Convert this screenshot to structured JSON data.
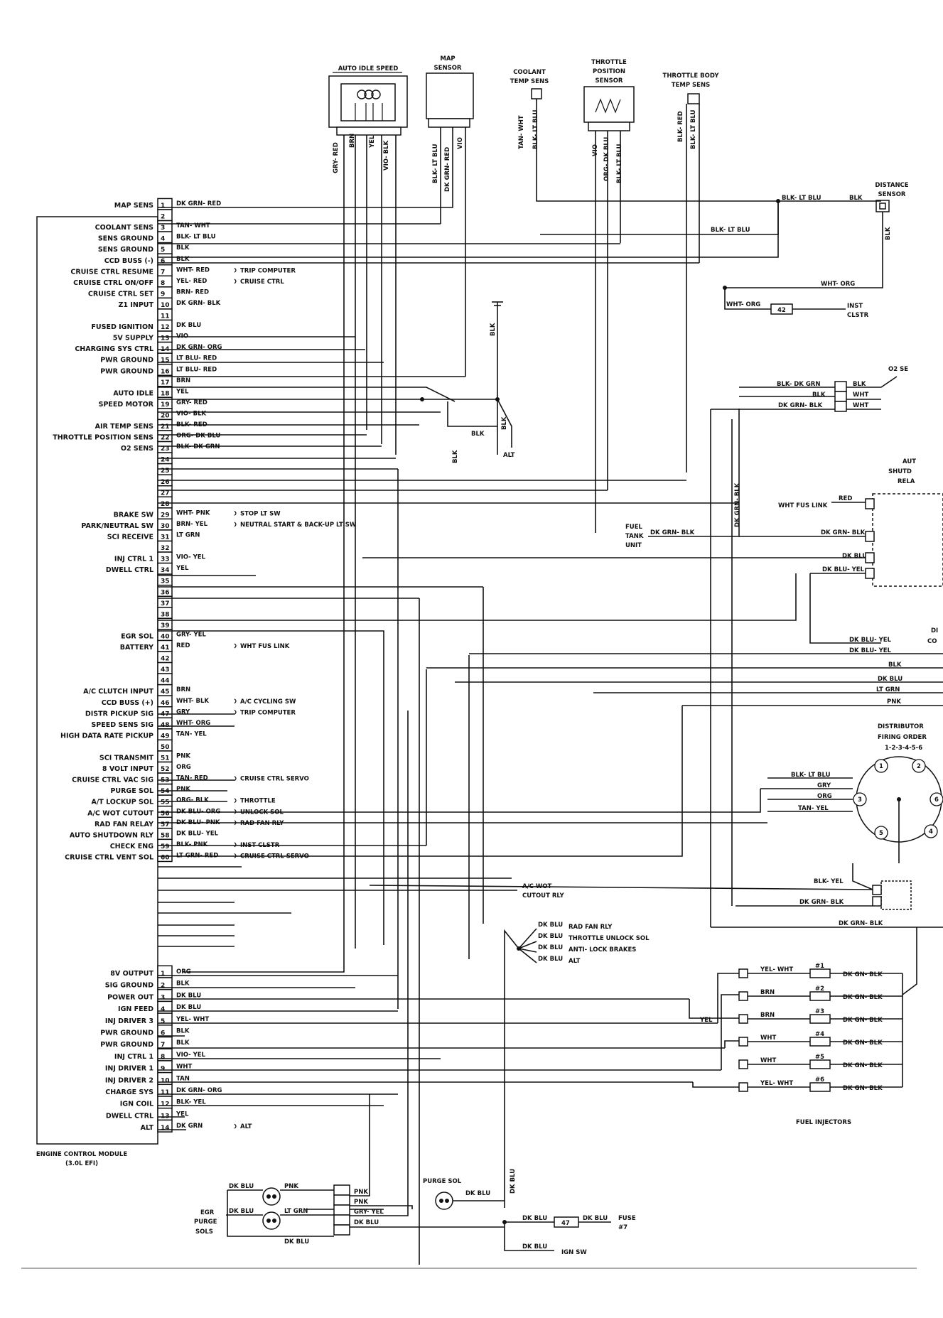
{
  "ecm": {
    "title": "ENGINE CONTROL MODULE",
    "subtitle": "(3.0L EFI)",
    "pins_a": [
      {
        "n": "1",
        "func": "MAP SENS",
        "wire": "DK GRN- RED",
        "dest": ""
      },
      {
        "n": "2",
        "func": "",
        "wire": "",
        "dest": ""
      },
      {
        "n": "3",
        "func": "COOLANT SENS",
        "wire": "TAN- WHT",
        "dest": ""
      },
      {
        "n": "4",
        "func": "SENS GROUND",
        "wire": "BLK- LT BLU",
        "dest": ""
      },
      {
        "n": "5",
        "func": "SENS GROUND",
        "wire": "BLK",
        "dest": ""
      },
      {
        "n": "6",
        "func": "CCD BUSS (-)",
        "wire": "BLK",
        "dest": ""
      },
      {
        "n": "7",
        "func": "CRUISE CTRL RESUME",
        "wire": "WHT- RED",
        "dest": "TRIP COMPUTER"
      },
      {
        "n": "8",
        "func": "CRUISE CTRL ON/OFF",
        "wire": "YEL- RED",
        "dest": "CRUISE CTRL"
      },
      {
        "n": "9",
        "func": "CRUISE CTRL SET",
        "wire": "BRN- RED",
        "dest": ""
      },
      {
        "n": "10",
        "func": "Z1 INPUT",
        "wire": "DK GRN- BLK",
        "dest": ""
      },
      {
        "n": "11",
        "func": "",
        "wire": "",
        "dest": ""
      },
      {
        "n": "12",
        "func": "FUSED IGNITION",
        "wire": "DK BLU",
        "dest": ""
      },
      {
        "n": "13",
        "func": "5V SUPPLY",
        "wire": "VIO",
        "dest": ""
      },
      {
        "n": "14",
        "func": "CHARGING SYS CTRL",
        "wire": "DK GRN- ORG",
        "dest": ""
      },
      {
        "n": "15",
        "func": "PWR GROUND",
        "wire": "LT BLU- RED",
        "dest": ""
      },
      {
        "n": "16",
        "func": "PWR GROUND",
        "wire": "LT BLU- RED",
        "dest": ""
      },
      {
        "n": "17",
        "func": "",
        "wire": "BRN",
        "dest": ""
      },
      {
        "n": "18",
        "func": "AUTO IDLE",
        "wire": "YEL",
        "dest": ""
      },
      {
        "n": "19",
        "func": "SPEED MOTOR",
        "wire": "GRY- RED",
        "dest": ""
      },
      {
        "n": "20",
        "func": "",
        "wire": "VIO- BLK",
        "dest": ""
      },
      {
        "n": "21",
        "func": "AIR TEMP SENS",
        "wire": "BLK- RED",
        "dest": ""
      },
      {
        "n": "22",
        "func": "THROTTLE POSITION SENS",
        "wire": "ORG- DK BLU",
        "dest": ""
      },
      {
        "n": "23",
        "func": "O2 SENS",
        "wire": "BLK- DK GRN",
        "dest": ""
      },
      {
        "n": "24",
        "func": "",
        "wire": "",
        "dest": ""
      },
      {
        "n": "25",
        "func": "",
        "wire": "",
        "dest": ""
      },
      {
        "n": "26",
        "func": "",
        "wire": "",
        "dest": ""
      },
      {
        "n": "27",
        "func": "",
        "wire": "",
        "dest": ""
      },
      {
        "n": "28",
        "func": "",
        "wire": "",
        "dest": ""
      },
      {
        "n": "29",
        "func": "BRAKE SW",
        "wire": "WHT- PNK",
        "dest": "STOP LT SW"
      },
      {
        "n": "30",
        "func": "PARK/NEUTRAL SW",
        "wire": "BRN- YEL",
        "dest": "NEUTRAL START & BACK-UP LT SW"
      },
      {
        "n": "31",
        "func": "SCI RECEIVE",
        "wire": "LT GRN",
        "dest": ""
      },
      {
        "n": "32",
        "func": "",
        "wire": "",
        "dest": ""
      },
      {
        "n": "33",
        "func": "INJ CTRL 1",
        "wire": "VIO- YEL",
        "dest": ""
      },
      {
        "n": "34",
        "func": "DWELL CTRL",
        "wire": "YEL",
        "dest": ""
      },
      {
        "n": "35",
        "func": "",
        "wire": "",
        "dest": ""
      },
      {
        "n": "36",
        "func": "",
        "wire": "",
        "dest": ""
      },
      {
        "n": "37",
        "func": "",
        "wire": "",
        "dest": ""
      },
      {
        "n": "38",
        "func": "",
        "wire": "",
        "dest": ""
      },
      {
        "n": "39",
        "func": "",
        "wire": "",
        "dest": ""
      },
      {
        "n": "40",
        "func": "EGR SOL",
        "wire": "GRY- YEL",
        "dest": ""
      },
      {
        "n": "41",
        "func": "BATTERY",
        "wire": "RED",
        "dest": "WHT FUS LINK"
      },
      {
        "n": "42",
        "func": "",
        "wire": "",
        "dest": ""
      },
      {
        "n": "43",
        "func": "",
        "wire": "",
        "dest": ""
      },
      {
        "n": "44",
        "func": "",
        "wire": "",
        "dest": ""
      },
      {
        "n": "45",
        "func": "A/C CLUTCH INPUT",
        "wire": "BRN",
        "dest": ""
      },
      {
        "n": "46",
        "func": "CCD BUSS (+)",
        "wire": "WHT- BLK",
        "dest": "A/C CYCLING SW"
      },
      {
        "n": "47",
        "func": "DISTR PICKUP SIG",
        "wire": "GRY",
        "dest": "TRIP COMPUTER"
      },
      {
        "n": "48",
        "func": "SPEED SENS SIG",
        "wire": "WHT- ORG",
        "dest": ""
      },
      {
        "n": "49",
        "func": "HIGH DATA RATE PICKUP",
        "wire": "TAN- YEL",
        "dest": ""
      },
      {
        "n": "50",
        "func": "",
        "wire": "",
        "dest": ""
      },
      {
        "n": "51",
        "func": "SCI TRANSMIT",
        "wire": "PNK",
        "dest": ""
      },
      {
        "n": "52",
        "func": "8 VOLT INPUT",
        "wire": "ORG",
        "dest": ""
      },
      {
        "n": "53",
        "func": "CRUISE CTRL VAC SIG",
        "wire": "TAN- RED",
        "dest": "CRUISE CTRL SERVO"
      },
      {
        "n": "54",
        "func": "PURGE SOL",
        "wire": "PNK",
        "dest": ""
      },
      {
        "n": "55",
        "func": "A/T LOCKUP SOL",
        "wire": "ORG- BLK",
        "dest": "THROTTLE"
      },
      {
        "n": "56",
        "func": "A/C WOT CUTOUT",
        "wire": "DK BLU- ORG",
        "dest": "UNLOCK SOL"
      },
      {
        "n": "57",
        "func": "RAD FAN RELAY",
        "wire": "DK BLU- PNK",
        "dest": "RAD FAN RLY"
      },
      {
        "n": "58",
        "func": "AUTO SHUTDOWN RLY",
        "wire": "DK BLU- YEL",
        "dest": ""
      },
      {
        "n": "59",
        "func": "CHECK ENG",
        "wire": "BLK- PNK",
        "dest": "INST CLSTR"
      },
      {
        "n": "60",
        "func": "CRUISE CTRL VENT SOL",
        "wire": "LT GRN- RED",
        "dest": "CRUISE CTRL SERVO"
      }
    ],
    "pins_b": [
      {
        "n": "1",
        "func": "8V OUTPUT",
        "wire": "ORG",
        "dest": ""
      },
      {
        "n": "2",
        "func": "SIG GROUND",
        "wire": "BLK",
        "dest": ""
      },
      {
        "n": "3",
        "func": "POWER OUT",
        "wire": "DK BLU",
        "dest": ""
      },
      {
        "n": "4",
        "func": "IGN FEED",
        "wire": "DK BLU",
        "dest": ""
      },
      {
        "n": "5",
        "func": "INJ DRIVER 3",
        "wire": "YEL- WHT",
        "dest": ""
      },
      {
        "n": "6",
        "func": "PWR GROUND",
        "wire": "BLK",
        "dest": ""
      },
      {
        "n": "7",
        "func": "PWR GROUND",
        "wire": "BLK",
        "dest": ""
      },
      {
        "n": "8",
        "func": "INJ CTRL 1",
        "wire": "VIO- YEL",
        "dest": ""
      },
      {
        "n": "9",
        "func": "INJ DRIVER 1",
        "wire": "WHT",
        "dest": ""
      },
      {
        "n": "10",
        "func": "INJ DRIVER 2",
        "wire": "TAN",
        "dest": ""
      },
      {
        "n": "11",
        "func": "CHARGE SYS",
        "wire": "DK GRN- ORG",
        "dest": ""
      },
      {
        "n": "12",
        "func": "IGN COIL",
        "wire": "BLK- YEL",
        "dest": ""
      },
      {
        "n": "13",
        "func": "DWELL CTRL",
        "wire": "YEL",
        "dest": ""
      },
      {
        "n": "14",
        "func": "ALT",
        "wire": "DK GRN",
        "dest": "ALT"
      }
    ]
  },
  "sensors": {
    "auto_idle": {
      "title": "AUTO IDLE SPEED",
      "wires": [
        "GRY- RED",
        "BRN",
        "YEL",
        "VIO- BLK"
      ]
    },
    "map": {
      "title": "MAP",
      "title2": "SENSOR",
      "wires": [
        "BLK- LT BLU",
        "DK GRN- RED",
        "VIO"
      ]
    },
    "coolant": {
      "title": "COOLANT",
      "title2": "TEMP SENS",
      "wires": [
        "TAN- WHT",
        "BLK- LT BLU"
      ]
    },
    "throttle_pos": {
      "title": "THROTTLE",
      "title2": "POSITION",
      "title3": "SENSOR",
      "wires": [
        "VIO",
        "ORG- DK BLU",
        "BLK- LT BLU"
      ]
    },
    "throttle_body": {
      "title": "THROTTLE BODY",
      "title2": "TEMP SENS",
      "wires": [
        "BLK- RED",
        "BLK- LT BLU"
      ]
    },
    "distance": {
      "title": "DISTANCE",
      "title2": "SENSOR"
    }
  },
  "right_side": {
    "splice_a": "BLK- LT BLU",
    "splice_b": "BLK- LT BLU",
    "dist_blk": "BLK",
    "dist_blk_v": "BLK",
    "wht_org": "WHT- ORG",
    "wht_org2": "WHT- ORG",
    "conn_42": "42",
    "inst_clstr": "INST",
    "inst_clstr2": "CLSTR",
    "blk_gnd": "BLK",
    "blk_v": "BLK",
    "blk_h": "BLK",
    "blk_v2": "BLK",
    "alt": "ALT",
    "o2": "O2 SE",
    "o2_wires": [
      [
        "BLK- DK GRN",
        "BLK"
      ],
      [
        "BLK",
        "WHT"
      ],
      [
        "DK GRN- BLK",
        "WHT"
      ]
    ],
    "asd": [
      "AUT",
      "SHUTD",
      "RELA"
    ],
    "wht_fus_link": "WHT FUS LINK",
    "red": "RED",
    "fuel_tank": [
      "FUEL",
      "TANK",
      "UNIT"
    ],
    "fuel_tank_wire": "DK GRN- BLK",
    "vert_dkgrnblk": "DK GRN- BLK",
    "relay_wires": [
      "DK GRN- BLK",
      "DK BLU",
      "DK BLU- YEL"
    ],
    "dkbluyel": "DK BLU- YEL",
    "di": "DI",
    "co": "CO",
    "stack": [
      "DK BLU- YEL",
      "BLK",
      "DK BLU",
      "LT GRN",
      "PNK"
    ],
    "distributor": [
      "DISTRIBUTOR",
      "FIRING ORDER",
      "1-2-3-4-5-6"
    ],
    "dist_wires": [
      "BLK- LT BLU",
      "GRY",
      "ORG",
      "TAN- YEL"
    ],
    "dist_nums": [
      "1",
      "2",
      "3",
      "4",
      "5",
      "6"
    ],
    "coil_wires": [
      "BLK- YEL",
      "DK GRN- BLK"
    ],
    "coil_bottom": "DK GRN- BLK",
    "ac_wot": [
      "A/C WOT",
      "CUTOUT RLY"
    ],
    "relay_group": [
      {
        "wire": "DK BLU",
        "dest": "RAD FAN RLY"
      },
      {
        "wire": "DK BLU",
        "dest": "THROTTLE UNLOCK SOL"
      },
      {
        "wire": "DK BLU",
        "dest": "ANTI- LOCK BRAKES"
      },
      {
        "wire": "DK BLU",
        "dest": "ALT"
      }
    ],
    "injectors": [
      {
        "wire": "YEL- WHT",
        "num": "#1",
        "gnd": "DK GN- BLK"
      },
      {
        "wire": "BRN",
        "num": "#2",
        "gnd": "DK GN- BLK"
      },
      {
        "wire": "BRN",
        "num": "#3",
        "gnd": "DK GN- BLK"
      },
      {
        "wire": "WHT",
        "num": "#4",
        "gnd": "DK GN- BLK"
      },
      {
        "wire": "WHT",
        "num": "#5",
        "gnd": "DK GN- BLK"
      },
      {
        "wire": "YEL- WHT",
        "num": "#6",
        "gnd": "DK GN- BLK"
      }
    ],
    "inj_yel": "YEL",
    "fuel_injectors": "FUEL INJECTORS"
  },
  "bottom": {
    "egr": [
      "EGR",
      "PURGE",
      "SOLS"
    ],
    "sol1": [
      "DK BLU",
      "PNK"
    ],
    "sol2": [
      "DK BLU",
      "LT GRN"
    ],
    "dkblu_bottom": "DK BLU",
    "conn_wires": [
      "PNK",
      "PNK",
      "GRY- YEL",
      "DK BLU"
    ],
    "purge_sol": "PURGE SOL",
    "purge_dkblu": "DK BLU",
    "vert_dkblu": "DK BLU",
    "fuse_wire": "DK BLU",
    "conn_47": "47",
    "fuse_wire2": "DK BLU",
    "fuse": [
      "FUSE",
      "#7"
    ],
    "ign_wire": "DK BLU",
    "ign_sw": "IGN SW"
  }
}
